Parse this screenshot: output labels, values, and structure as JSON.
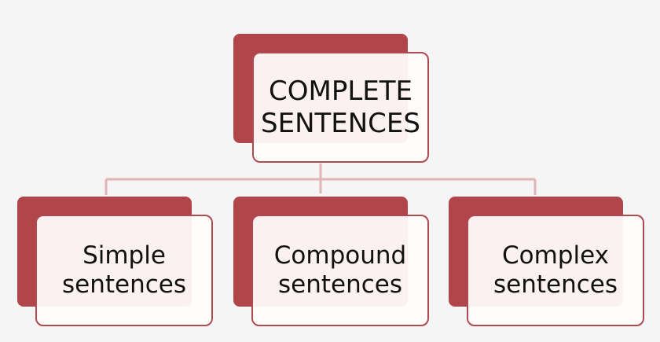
{
  "diagram": {
    "root": {
      "line1": "COMPLETE",
      "line2": "SENTENCES"
    },
    "children": [
      {
        "line1": "Simple",
        "line2": "sentences"
      },
      {
        "line1": "Compound",
        "line2": "sentences"
      },
      {
        "line1": "Complex",
        "line2": "sentences"
      }
    ]
  },
  "colors": {
    "back_box": "#b0454a",
    "border": "#b04a50",
    "connector": "#e3b4b6",
    "background": "#f5f5f5"
  }
}
